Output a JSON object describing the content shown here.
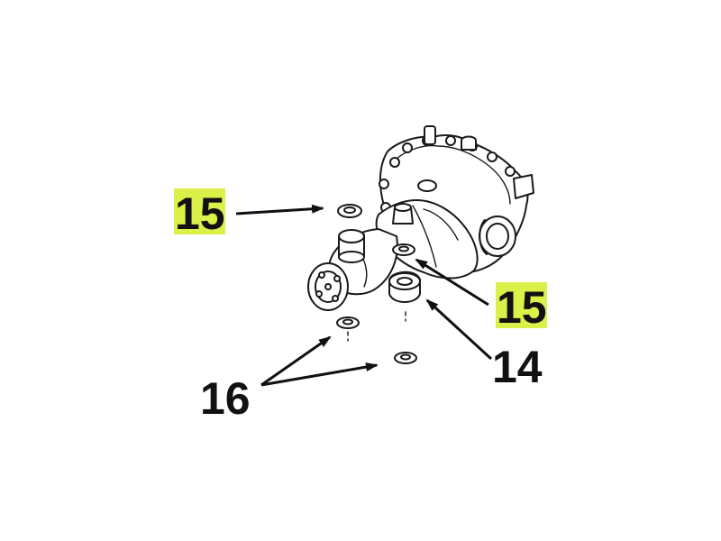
{
  "colors": {
    "highlight": "#dcf04a",
    "ink": "#111111",
    "background": "#ffffff"
  },
  "callouts": {
    "top_left": "15",
    "right_upper": "15",
    "right_lower": "14",
    "bottom_left": "16"
  }
}
